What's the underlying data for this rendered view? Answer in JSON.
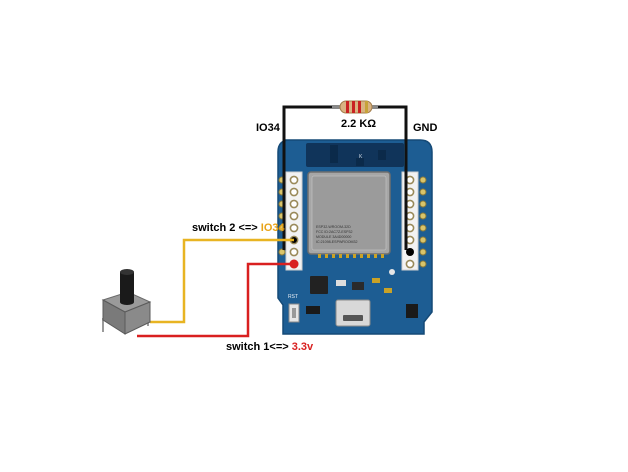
{
  "labels": {
    "resistor_value": "2.2 KΩ",
    "left_pin": "IO34",
    "right_pin": "GND",
    "switch2_prefix": "switch 2 <=> ",
    "switch2_pin": "IO34",
    "switch1_prefix": "switch 1<=> ",
    "switch1_pin": "3.3v",
    "board_marking_k": "K",
    "board_rst": "RST",
    "module_text_1": "ESP32-WROOM-32D",
    "module_text_2": "FCC ID:2AC7Z-ESP32",
    "module_text_3": "MODULE 3A4D00000",
    "module_text_4": "IC:21098-ESPWROOM32"
  },
  "colors": {
    "board": "#1d5d93",
    "module_shield": "#9a9a9a",
    "wire_black": "#111111",
    "wire_yellow": "#e8b422",
    "wire_red": "#d92020",
    "label_io34": "#e8a317",
    "label_3v3": "#d92020"
  },
  "icons": [
    "resistor-icon",
    "push-button-icon",
    "micro-usb-icon",
    "reset-button-icon"
  ]
}
